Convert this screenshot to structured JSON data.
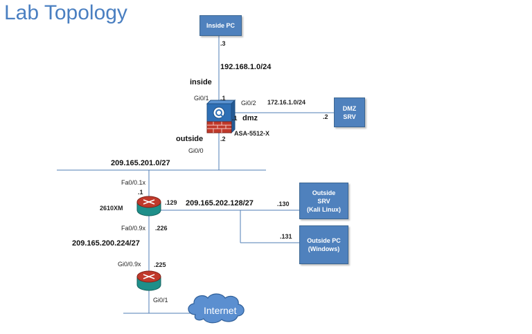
{
  "title": "Lab Topology",
  "devices": {
    "inside_pc": {
      "label": "Inside PC"
    },
    "dmz_srv": {
      "line1": "DMZ",
      "line2": "SRV"
    },
    "outside_srv": {
      "line1": "Outside",
      "line2": "SRV",
      "line3": "(Kali Linux)"
    },
    "outside_pc": {
      "line1": "Outside PC",
      "line2": "(Windows)"
    },
    "asa": {
      "label": "ASA-5512-X"
    },
    "router_2610": {
      "label": "2610XM"
    },
    "internet": {
      "label": "Internet"
    }
  },
  "networks": {
    "inside": "192.168.1.0/24",
    "dmz": "172.16.1.0/24",
    "outside": "209.165.201.0/27",
    "lan_202": "209.165.202.128/27",
    "wan_200": "209.165.200.224/27"
  },
  "zones": {
    "inside": "inside",
    "dmz": "dmz",
    "outside": "outside"
  },
  "interfaces": {
    "asa_gi0_1": "Gi0/1",
    "asa_gi0_2": "Gi0/2",
    "asa_gi0_0": "Gi0/0",
    "r1_fa0_1x": "Fa0/0.1x",
    "r1_fa0_9x": "Fa0/0.9x",
    "r2_gi0_9x": "Gi0/0.9x",
    "r2_gi0_1": "Gi0/1"
  },
  "hosts": {
    "inside_pc": ".3",
    "asa_inside": ".1",
    "asa_dmz": ".1",
    "dmz_srv": ".2",
    "asa_outside": ".2",
    "r1_outside": ".1",
    "r1_lan": ".129",
    "outside_srv": ".130",
    "outside_pc": ".131",
    "r1_wan": ".226",
    "r2_wan": ".225"
  },
  "colors": {
    "box": "#4f81bd",
    "title": "#4a7fc1",
    "cloud": "#5b8fd0",
    "router": "#c0392b",
    "firewall": "#2e6fb5"
  }
}
